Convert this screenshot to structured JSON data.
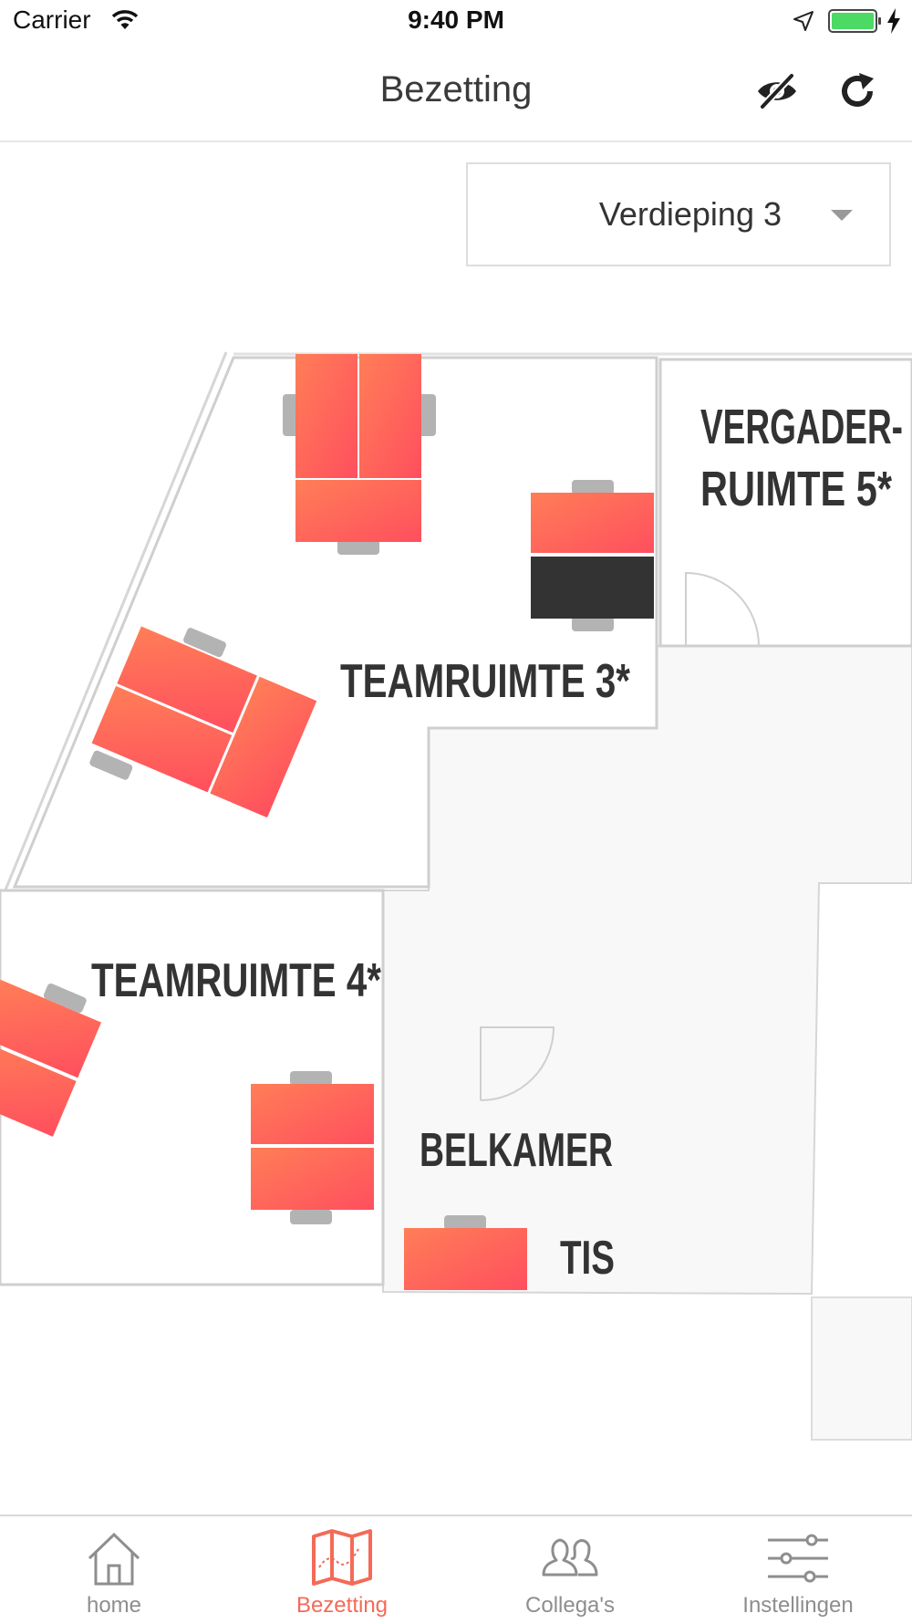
{
  "status_bar": {
    "carrier": "Carrier",
    "time": "9:40 PM"
  },
  "nav": {
    "title": "Bezetting",
    "hide_icon": "eye-slash-icon",
    "refresh_icon": "refresh-icon"
  },
  "floor_select": {
    "value": "Verdieping 3"
  },
  "map": {
    "rooms": [
      {
        "id": "vergaderruimte-5",
        "line1": "VERGADER-",
        "line2": "RUIMTE 5*"
      },
      {
        "id": "teamruimte-3",
        "label": "TEAMRUIMTE 3*"
      },
      {
        "id": "teamruimte-4",
        "label": "TEAMRUIMTE 4*"
      },
      {
        "id": "belkamer",
        "label": "BELKAMER"
      },
      {
        "id": "tis",
        "label": "TIS"
      }
    ],
    "colors": {
      "desk_gradient_start": "#ff7e57",
      "desk_gradient_end": "#ff4f5e",
      "occupied_desk": "#333333",
      "chair": "#b3b3b3",
      "wall": "#cfcfcf",
      "corridor": "#f8f8f8"
    }
  },
  "tabs": [
    {
      "label": "home",
      "icon": "home-icon",
      "active": false
    },
    {
      "label": "Bezetting",
      "icon": "map-icon",
      "active": true
    },
    {
      "label": "Collega's",
      "icon": "people-icon",
      "active": false
    },
    {
      "label": "Instellingen",
      "icon": "sliders-icon",
      "active": false
    }
  ],
  "accent_color": "#f46a57"
}
